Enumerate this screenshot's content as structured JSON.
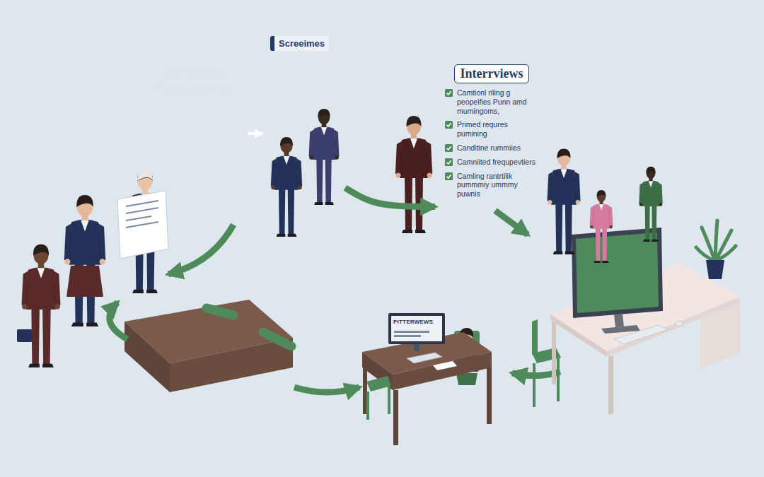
{
  "diagram": {
    "nodes": [
      {
        "text": [
          "Pinding the Right peeormer"
        ]
      },
      {
        "text": [
          "Screeimes"
        ]
      },
      {
        "text": [
          "Interrviews",
          "Camtionl riling g peopeifies Punn amd mumingoms,",
          "Primed requres pumining",
          "Canditine rummiies",
          "Camniited frequpevtiers",
          "Camling rantrtilik pummmiy ummmy puwnis"
        ]
      }
    ],
    "edges": [
      {
        "from": 0,
        "to": 1,
        "arrow": "to"
      },
      {
        "from": 1,
        "to": 2,
        "arrow": "to"
      }
    ],
    "labels": [
      "PITTERWEWS"
    ]
  }
}
